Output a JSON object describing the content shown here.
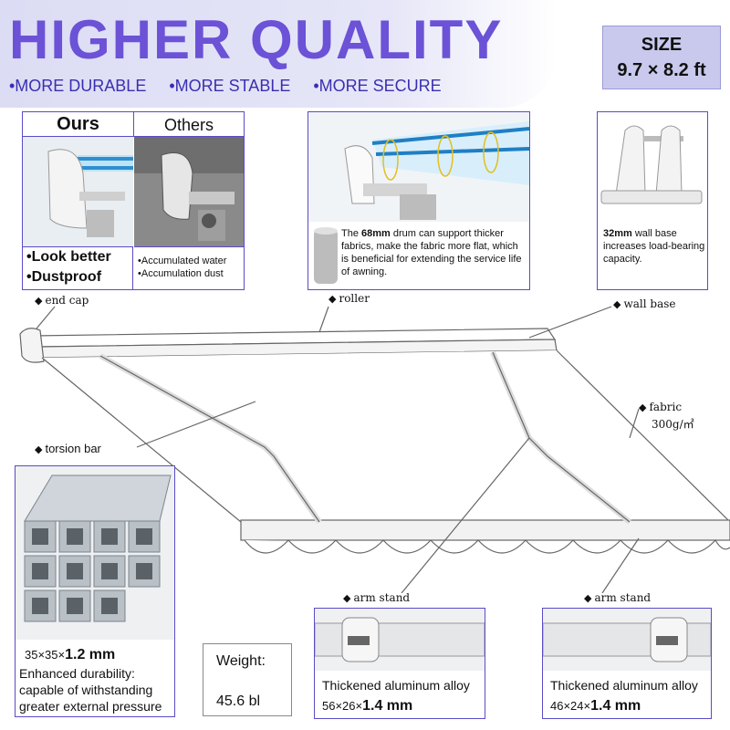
{
  "header": {
    "title": "HIGHER QUALITY",
    "bullets": [
      "•MORE DURABLE",
      "•MORE STABLE",
      "•MORE SECURE"
    ]
  },
  "size": {
    "label": "SIZE",
    "value": "9.7 × 8.2 ft"
  },
  "comparison": {
    "ours_label": "Ours",
    "others_label": "Others",
    "ours_points": [
      "•Look better",
      "•Dustproof"
    ],
    "others_points": [
      "•Accumulated water",
      "•Accumulation dust"
    ]
  },
  "drum": {
    "text_pre": "The ",
    "text_bold": "68mm",
    "text_post": " drum can support thicker fabrics, make the fabric more flat, which is beneficial for extending the service life of awning."
  },
  "wallbase": {
    "bold": "32mm",
    "text": " wall base increases load-bearing capacity."
  },
  "callouts": {
    "end_cap": "end cap",
    "roller": "roller",
    "wall_base": "wall base",
    "fabric": "fabric",
    "fabric_weight": "300g/㎡",
    "torsion_bar": "torsion bar",
    "arm_stand_left": "arm stand",
    "arm_stand_right": "arm stand"
  },
  "torsion": {
    "dims_pre": "35×35×",
    "dims_bold": "1.2 mm",
    "desc": "Enhanced durability: capable of withstanding greater external pressure"
  },
  "weight": {
    "label": "Weight:",
    "value": "45.6 bl"
  },
  "arm_left": {
    "title": "Thickened aluminum alloy",
    "dims_pre": "56×26×",
    "dims_bold": "1.4 mm"
  },
  "arm_right": {
    "title": "Thickened aluminum alloy",
    "dims_pre": "46×24×",
    "dims_bold": "1.4 mm"
  },
  "colors": {
    "title": "#6b52d6",
    "bullets": "#3a2fb0",
    "panel_border": "#5a4bc7",
    "size_bg": "#c9c9ee"
  }
}
